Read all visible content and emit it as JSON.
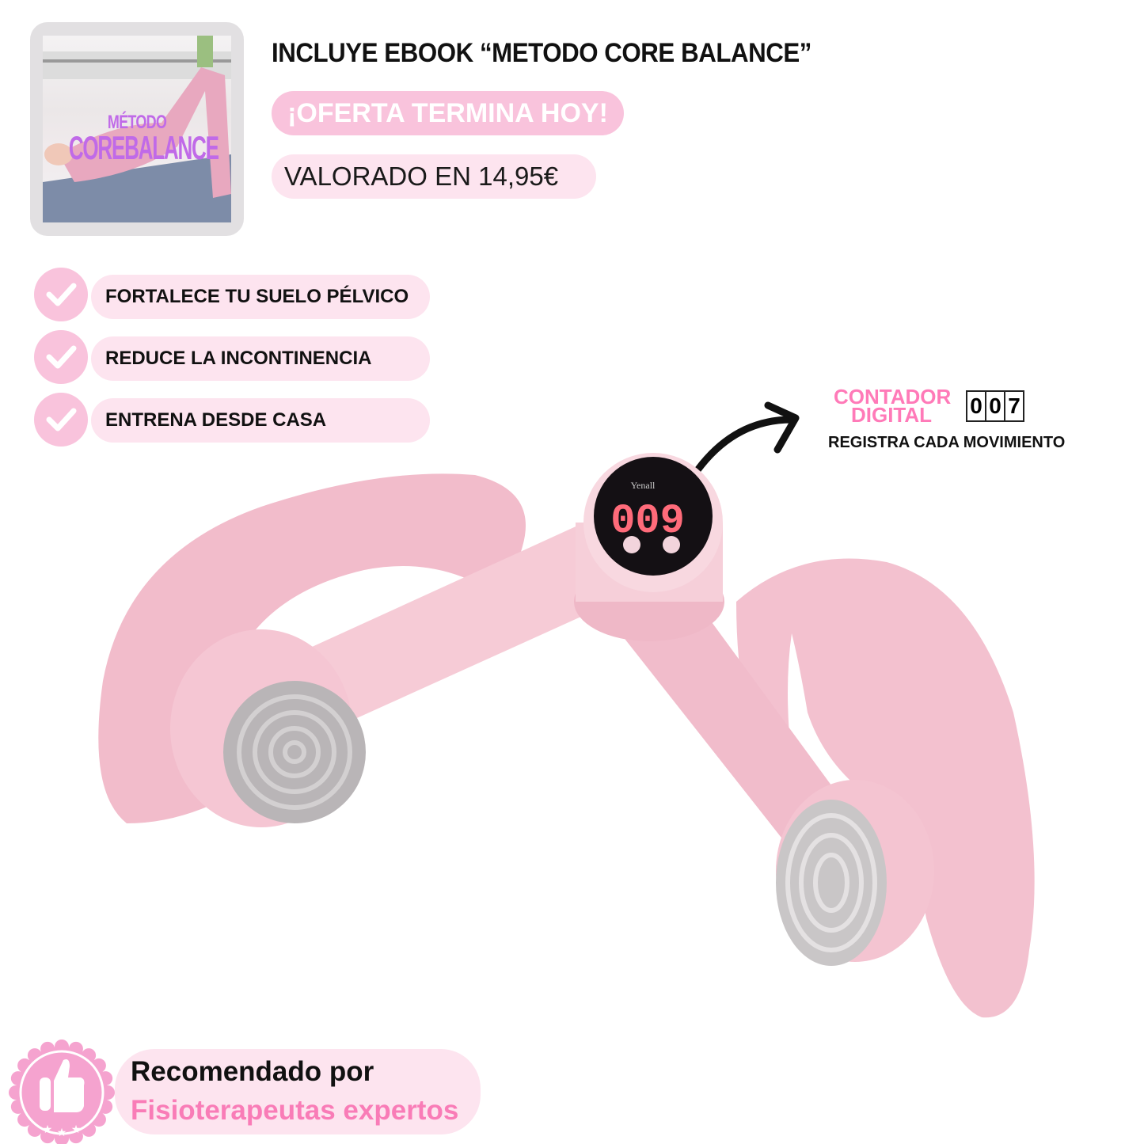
{
  "ebook": {
    "cover_title_line1": "MÉTODO",
    "cover_title_line2": "COREBALANCE",
    "heading": "INCLUYE EBOOK “METODO CORE BALANCE”",
    "offer_label": "¡OFERTA TERMINA HOY!",
    "value_label": "VALORADO EN 14,95€"
  },
  "benefits": [
    {
      "icon": "check-icon",
      "label": "FORTALECE TU SUELO PÉLVICO"
    },
    {
      "icon": "check-icon",
      "label": "REDUCE LA INCONTINENCIA"
    },
    {
      "icon": "check-icon",
      "label": "ENTRENA DESDE CASA"
    }
  ],
  "counter": {
    "title_line1": "CONTADOR",
    "title_line2": "DIGITAL",
    "subtitle": "REGISTRA CADA MOVIMIENTO",
    "icon_digits": [
      "0",
      "0",
      "7"
    ],
    "device_display": "009",
    "device_brand": "Yenall"
  },
  "recommendation": {
    "line1": "Recomendado por",
    "line2": "Fisioterapeutas expertos",
    "badge_icon": "thumbs-up-icon"
  },
  "colors": {
    "pink_strong": "#f97cb7",
    "pink_medium": "#f9c3dc",
    "pink_light": "#fde4ef",
    "purple": "#c06ae8"
  }
}
